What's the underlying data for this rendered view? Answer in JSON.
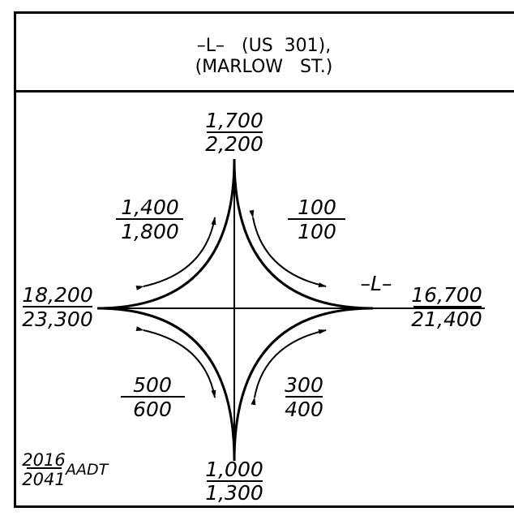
{
  "header": {
    "line1": "–L–   (US  301),",
    "line2": "(MARLOW   ST.)"
  },
  "route_label": "–L–",
  "volumes": {
    "north": {
      "year1": "1,700",
      "year2": "2,200"
    },
    "south": {
      "year1": "1,000",
      "year2": "1,300"
    },
    "west": {
      "year1": "18,200",
      "year2": "23,300"
    },
    "east": {
      "year1": "16,700",
      "year2": "21,400"
    },
    "northwest": {
      "year1": "1,400",
      "year2": "1,800"
    },
    "northeast": {
      "year1": "100",
      "year2": "100"
    },
    "southwest": {
      "year1": "500",
      "year2": "600"
    },
    "southeast": {
      "year1": "300",
      "year2": "400"
    }
  },
  "legend": {
    "year1": "2016",
    "year2": "2041",
    "suffix": "AADT"
  },
  "colors": {
    "ink": "#000000"
  }
}
